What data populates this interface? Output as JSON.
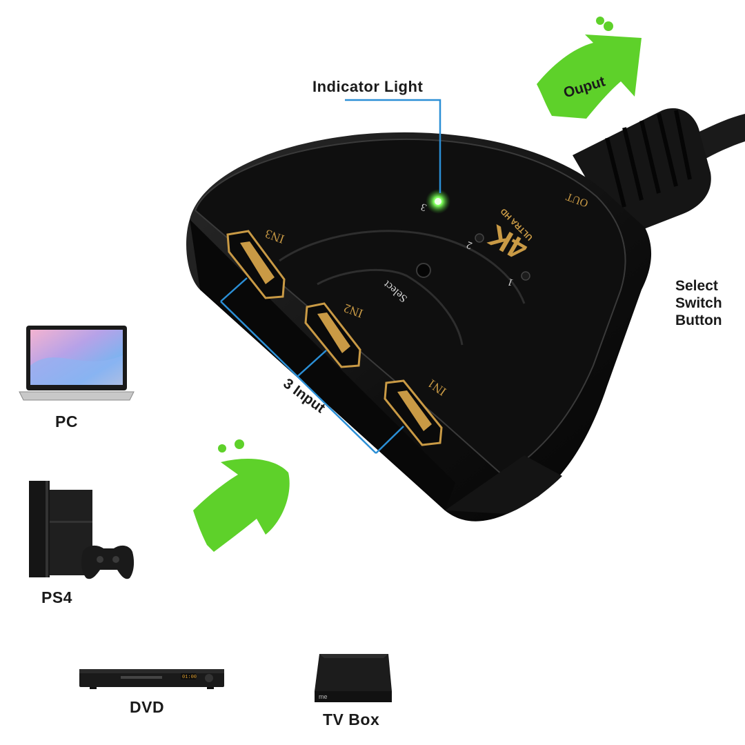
{
  "labels": {
    "indicator_light": "Indicator Light",
    "output": "Ouput",
    "select_switch_button": [
      "Select",
      "Switch",
      "Button"
    ],
    "three_input": "3 Input"
  },
  "device_markings": {
    "brand_4k": "4K",
    "ultra_hd": "ULTRA HD",
    "out": "OUT",
    "in1": "IN1",
    "in2": "IN2",
    "in3": "IN3",
    "select": "Select",
    "led_numbers": [
      "1",
      "2",
      "3"
    ]
  },
  "sources": {
    "pc": "PC",
    "ps4": "PS4",
    "dvd": "DVD",
    "tv_box": "TV Box",
    "tv_box_logo": "me",
    "dvd_display": "01:00"
  },
  "colors": {
    "arrow_green": "#5ed12a",
    "callout_blue": "#2b8fd6",
    "device_black": "#111111",
    "gold_text": "#c99a45",
    "led_green": "#7dff5a"
  }
}
